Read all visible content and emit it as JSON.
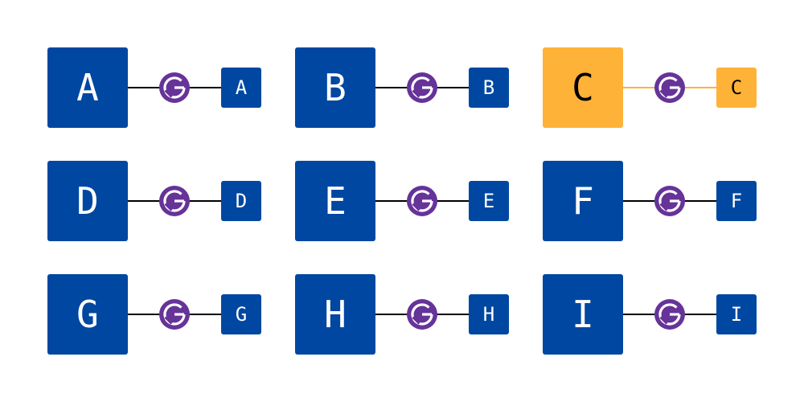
{
  "colors": {
    "box_default": "#0047A1",
    "text_default": "#ffffff",
    "line_default": "#000000",
    "box_highlight": "#FFB238",
    "text_highlight": "#000000",
    "line_highlight": "#FFB238",
    "logo_purple": "#663399"
  },
  "icon": "gatsby-logo-icon",
  "units": [
    {
      "big_label": "A",
      "small_label": "A",
      "highlighted": false
    },
    {
      "big_label": "B",
      "small_label": "B",
      "highlighted": false
    },
    {
      "big_label": "C",
      "small_label": "C",
      "highlighted": true
    },
    {
      "big_label": "D",
      "small_label": "D",
      "highlighted": false
    },
    {
      "big_label": "E",
      "small_label": "E",
      "highlighted": false
    },
    {
      "big_label": "F",
      "small_label": "F",
      "highlighted": false
    },
    {
      "big_label": "G",
      "small_label": "G",
      "highlighted": false
    },
    {
      "big_label": "H",
      "small_label": "H",
      "highlighted": false
    },
    {
      "big_label": "I",
      "small_label": "I",
      "highlighted": false
    }
  ]
}
